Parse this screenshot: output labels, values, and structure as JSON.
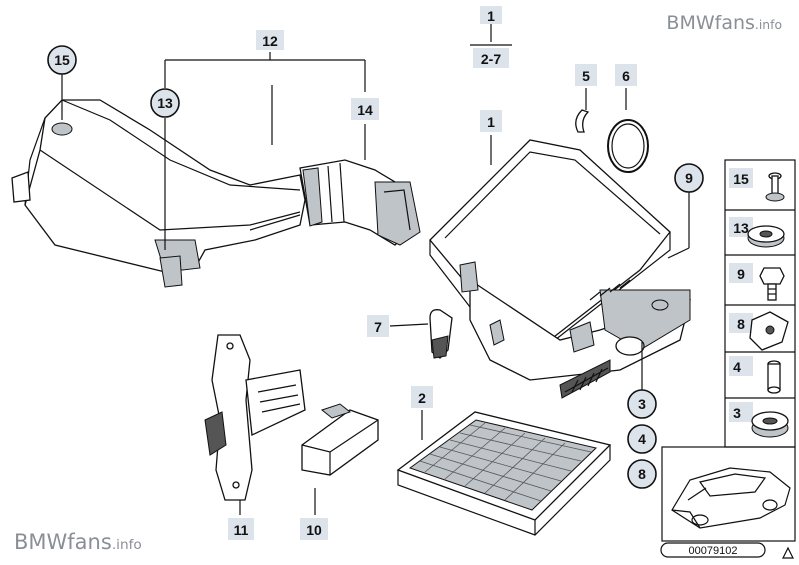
{
  "watermark": {
    "brand": "BMWfans",
    "tld": ".info"
  },
  "callouts": {
    "c1_top": "1",
    "c2_7": "2-7",
    "c12": "12",
    "c13": "13",
    "c14": "14",
    "c15": "15",
    "c5": "5",
    "c6": "6",
    "c1": "1",
    "c9": "9",
    "c7": "7",
    "c2": "2",
    "c11": "11",
    "c10": "10",
    "c3": "3",
    "c4": "4",
    "c8": "8"
  },
  "side_panel": [
    "15",
    "13",
    "9",
    "8",
    "4",
    "3"
  ],
  "part_number": "00079102"
}
